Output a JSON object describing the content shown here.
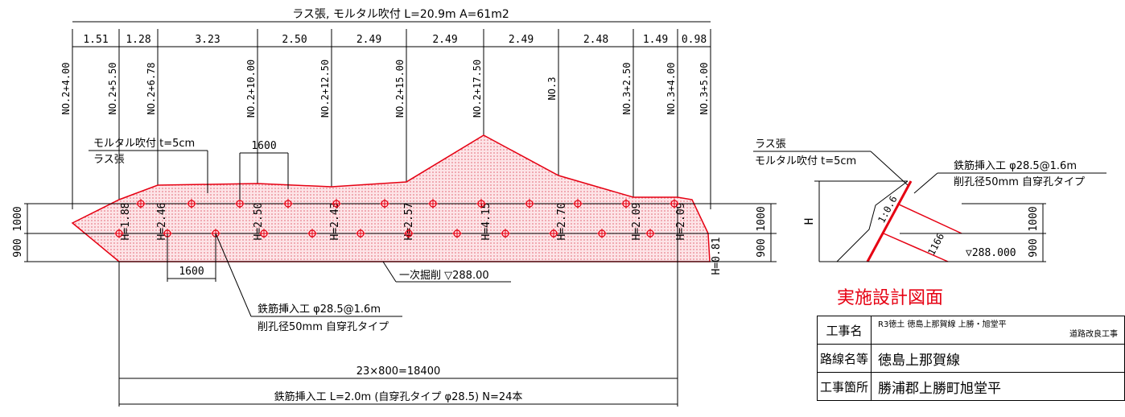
{
  "header_label": "ラス張, モルタル吹付 L=20.9m A=61m2",
  "segment_lengths": [
    "1.51",
    "1.28",
    "3.23",
    "2.50",
    "2.49",
    "2.49",
    "2.49",
    "2.48",
    "1.49",
    "0.98"
  ],
  "stations": [
    "NO.2+4.00",
    "NO.2+5.50",
    "NO.2+6.78",
    "NO.2+10.00",
    "NO.2+12.50",
    "NO.2+15.00",
    "NO.2+17.50",
    "NO.3",
    "NO.3+2.50",
    "NO.3+4.00",
    "NO.3+5.00"
  ],
  "heights": [
    "H=1.88",
    "H=2.46",
    "H=2.50",
    "H=2.43",
    "H=2.57",
    "H=4.15",
    "H=2.70",
    "H=2.09",
    "H=2.09",
    "H=0.81"
  ],
  "left_dims": [
    "1000",
    "900"
  ],
  "right_dims": [
    "1000",
    "900"
  ],
  "spacing_top": "1600",
  "spacing_bottom": "1600",
  "mortar_label": "モルタル吹付 t=5cm",
  "lath_label": "ラス張",
  "excavation_label": "一次掘削 ▽288.00",
  "rebar_label_1": "鉄筋挿入工 φ28.5@1.6m",
  "rebar_label_2": "削孔径50mm 自穿孔タイプ",
  "total_spacing": "23×800=18400",
  "rebar_summary": "鉄筋挿入工 L=2.0m (自穿孔タイプ φ28.5) N=24本",
  "section": {
    "lath": "ラス張",
    "mortar": "モルタル吹付 t=5cm",
    "rebar_1": "鉄筋挿入工 φ28.5@1.6m",
    "rebar_2": "削孔径50mm 自穿孔タイプ",
    "slope": "1:0.6",
    "length": "1166",
    "h": "H",
    "dim_1000": "1000",
    "dim_900": "900",
    "elevation": "▽288.000"
  },
  "main_title": "実施設計図面",
  "title_block": {
    "rows": [
      {
        "label": "工事名",
        "value_a": "R3徳土 徳島上那賀線 上勝・旭堂平",
        "value_b": "道路改良工事"
      },
      {
        "label": "路線名等",
        "value": "徳島上那賀線"
      },
      {
        "label": "工事箇所",
        "value": "勝浦郡上勝町旭堂平"
      }
    ]
  },
  "colors": {
    "accent": "#e60012",
    "hatch": "#f7b0b8",
    "line": "#000000"
  }
}
